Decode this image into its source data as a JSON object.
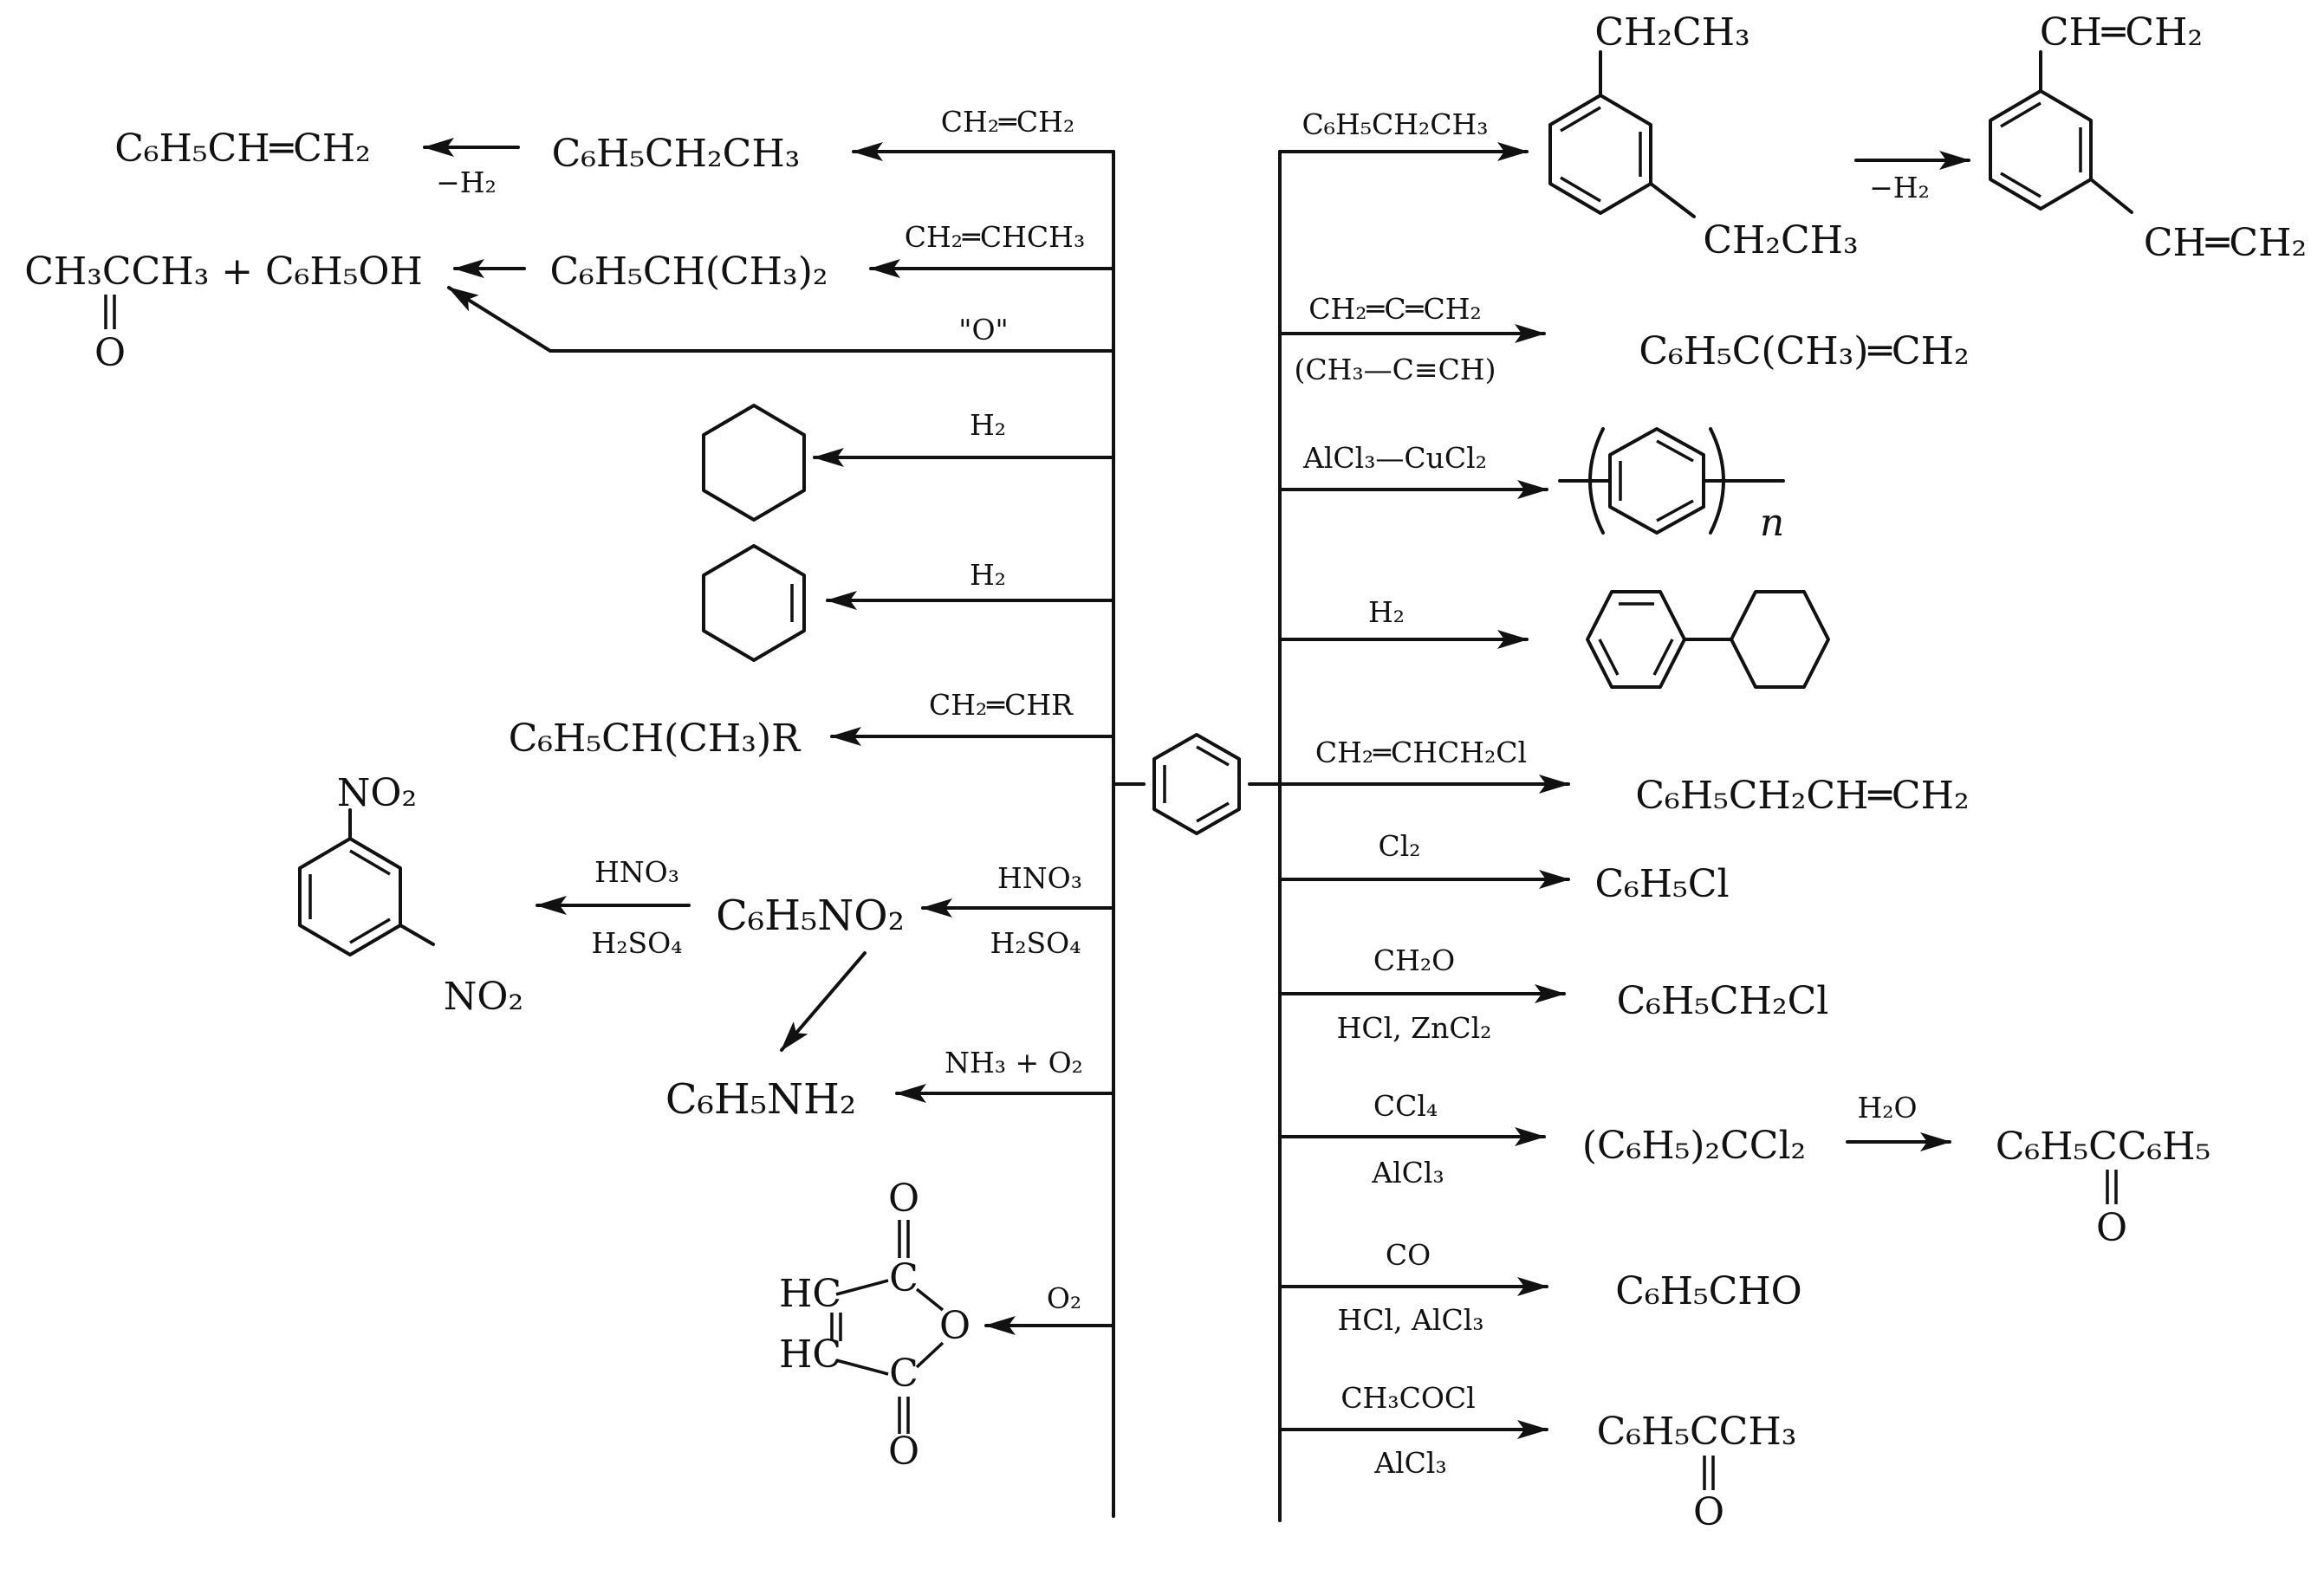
{
  "center": {
    "name": "benzene"
  },
  "left": {
    "ethylbenzene_row": {
      "reagent": "CH₂═CH₂",
      "product": "C₆H₅CH₂CH₃",
      "step_reagent": "−H₂",
      "final": "C₆H₅CH═CH₂"
    },
    "cumene_row": {
      "reagent": "CH₂═CHCH₃",
      "product": "C₆H₅CH(CH₃)₂",
      "products_final": "CH₃CCH₃ + C₆H₅OH",
      "carbonyl_o": "O"
    },
    "oxidation_row": {
      "reagent": "\"O\""
    },
    "cyclohexane_row": {
      "reagent": "H₂"
    },
    "cyclohexene_row": {
      "reagent": "H₂"
    },
    "alkyl_row": {
      "reagent": "CH₂═CHR",
      "product": "C₆H₅CH(CH₃)R"
    },
    "nitro_row": {
      "reagent_top": "HNO₃",
      "reagent_bottom": "H₂SO₄",
      "product": "C₆H₅NO₂",
      "step_top": "HNO₃",
      "step_bottom": "H₂SO₄",
      "sub1": "NO₂",
      "sub2": "NO₂"
    },
    "aniline_row": {
      "reagent": "NH₃ + O₂",
      "product": "C₆H₅NH₂"
    },
    "maleic_row": {
      "reagent": "O₂",
      "hc_top": "HC",
      "hc_bottom": "HC",
      "c_top": "C",
      "c_bottom": "C",
      "o_ring": "O",
      "o_top": "O",
      "o_bottom": "O"
    }
  },
  "right": {
    "diethyl_row": {
      "reagent": "C₆H₅CH₂CH₃",
      "sub_top": "CH₂CH₃",
      "sub_bottom": "CH₂CH₃",
      "step_reagent": "−H₂",
      "final_top": "CH═CH₂",
      "final_bottom": "CH═CH₂"
    },
    "allene_row": {
      "reagent_top": "CH₂═C═CH₂",
      "reagent_bottom": "(CH₃—C≡CH)",
      "product": "C₆H₅C(CH₃)═CH₂"
    },
    "polymer_row": {
      "reagent": "AlCl₃—CuCl₂",
      "subscript": "n"
    },
    "biphenyl_row": {
      "reagent": "H₂"
    },
    "allyl_row": {
      "reagent": "CH₂═CHCH₂Cl",
      "product": "C₆H₅CH₂CH═CH₂"
    },
    "chloro_row": {
      "reagent": "Cl₂",
      "product": "C₆H₅Cl"
    },
    "benzyl_row": {
      "reagent_top": "CH₂O",
      "reagent_bottom": "HCl, ZnCl₂",
      "product": "C₆H₅CH₂Cl"
    },
    "benzophenone_row": {
      "reagent_top": "CCl₄",
      "reagent_bottom": "AlCl₃",
      "product": "(C₆H₅)₂CCl₂",
      "step_reagent": "H₂O",
      "final": "C₆H₅CC₆H₅",
      "carbonyl_o": "O"
    },
    "aldehyde_row": {
      "reagent_top": "CO",
      "reagent_bottom": "HCl, AlCl₃",
      "product": "C₆H₅CHO"
    },
    "acetophenone_row": {
      "reagent_top": "CH₃COCl",
      "reagent_bottom": "AlCl₃",
      "product": "C₆H₅CCH₃",
      "carbonyl_o": "O"
    }
  }
}
